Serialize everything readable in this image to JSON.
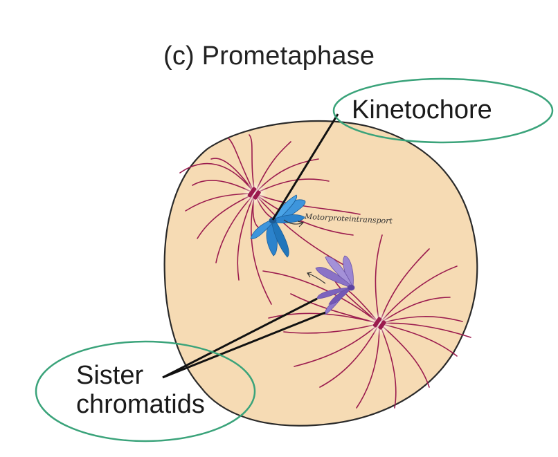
{
  "title": "(c)  Prometaphase",
  "labels": {
    "kinetochore": "Kinetochore",
    "sister_line1": "Sister",
    "sister_line2": "chromatids"
  },
  "handwritten_note": "Motorproteintransport",
  "colors": {
    "cell_fill": "#f6dbb4",
    "cell_outline": "#2a2a2a",
    "spindle": "#9b1b4e",
    "pole_glow": "#fffbe6",
    "chromosome_blue": "#2c83cc",
    "chromosome_purple": "#8a72c6",
    "annotation_ellipse": "#3aa37a",
    "leader_line": "#111111"
  },
  "icons": [
    "handwritten-arrow-icon"
  ]
}
